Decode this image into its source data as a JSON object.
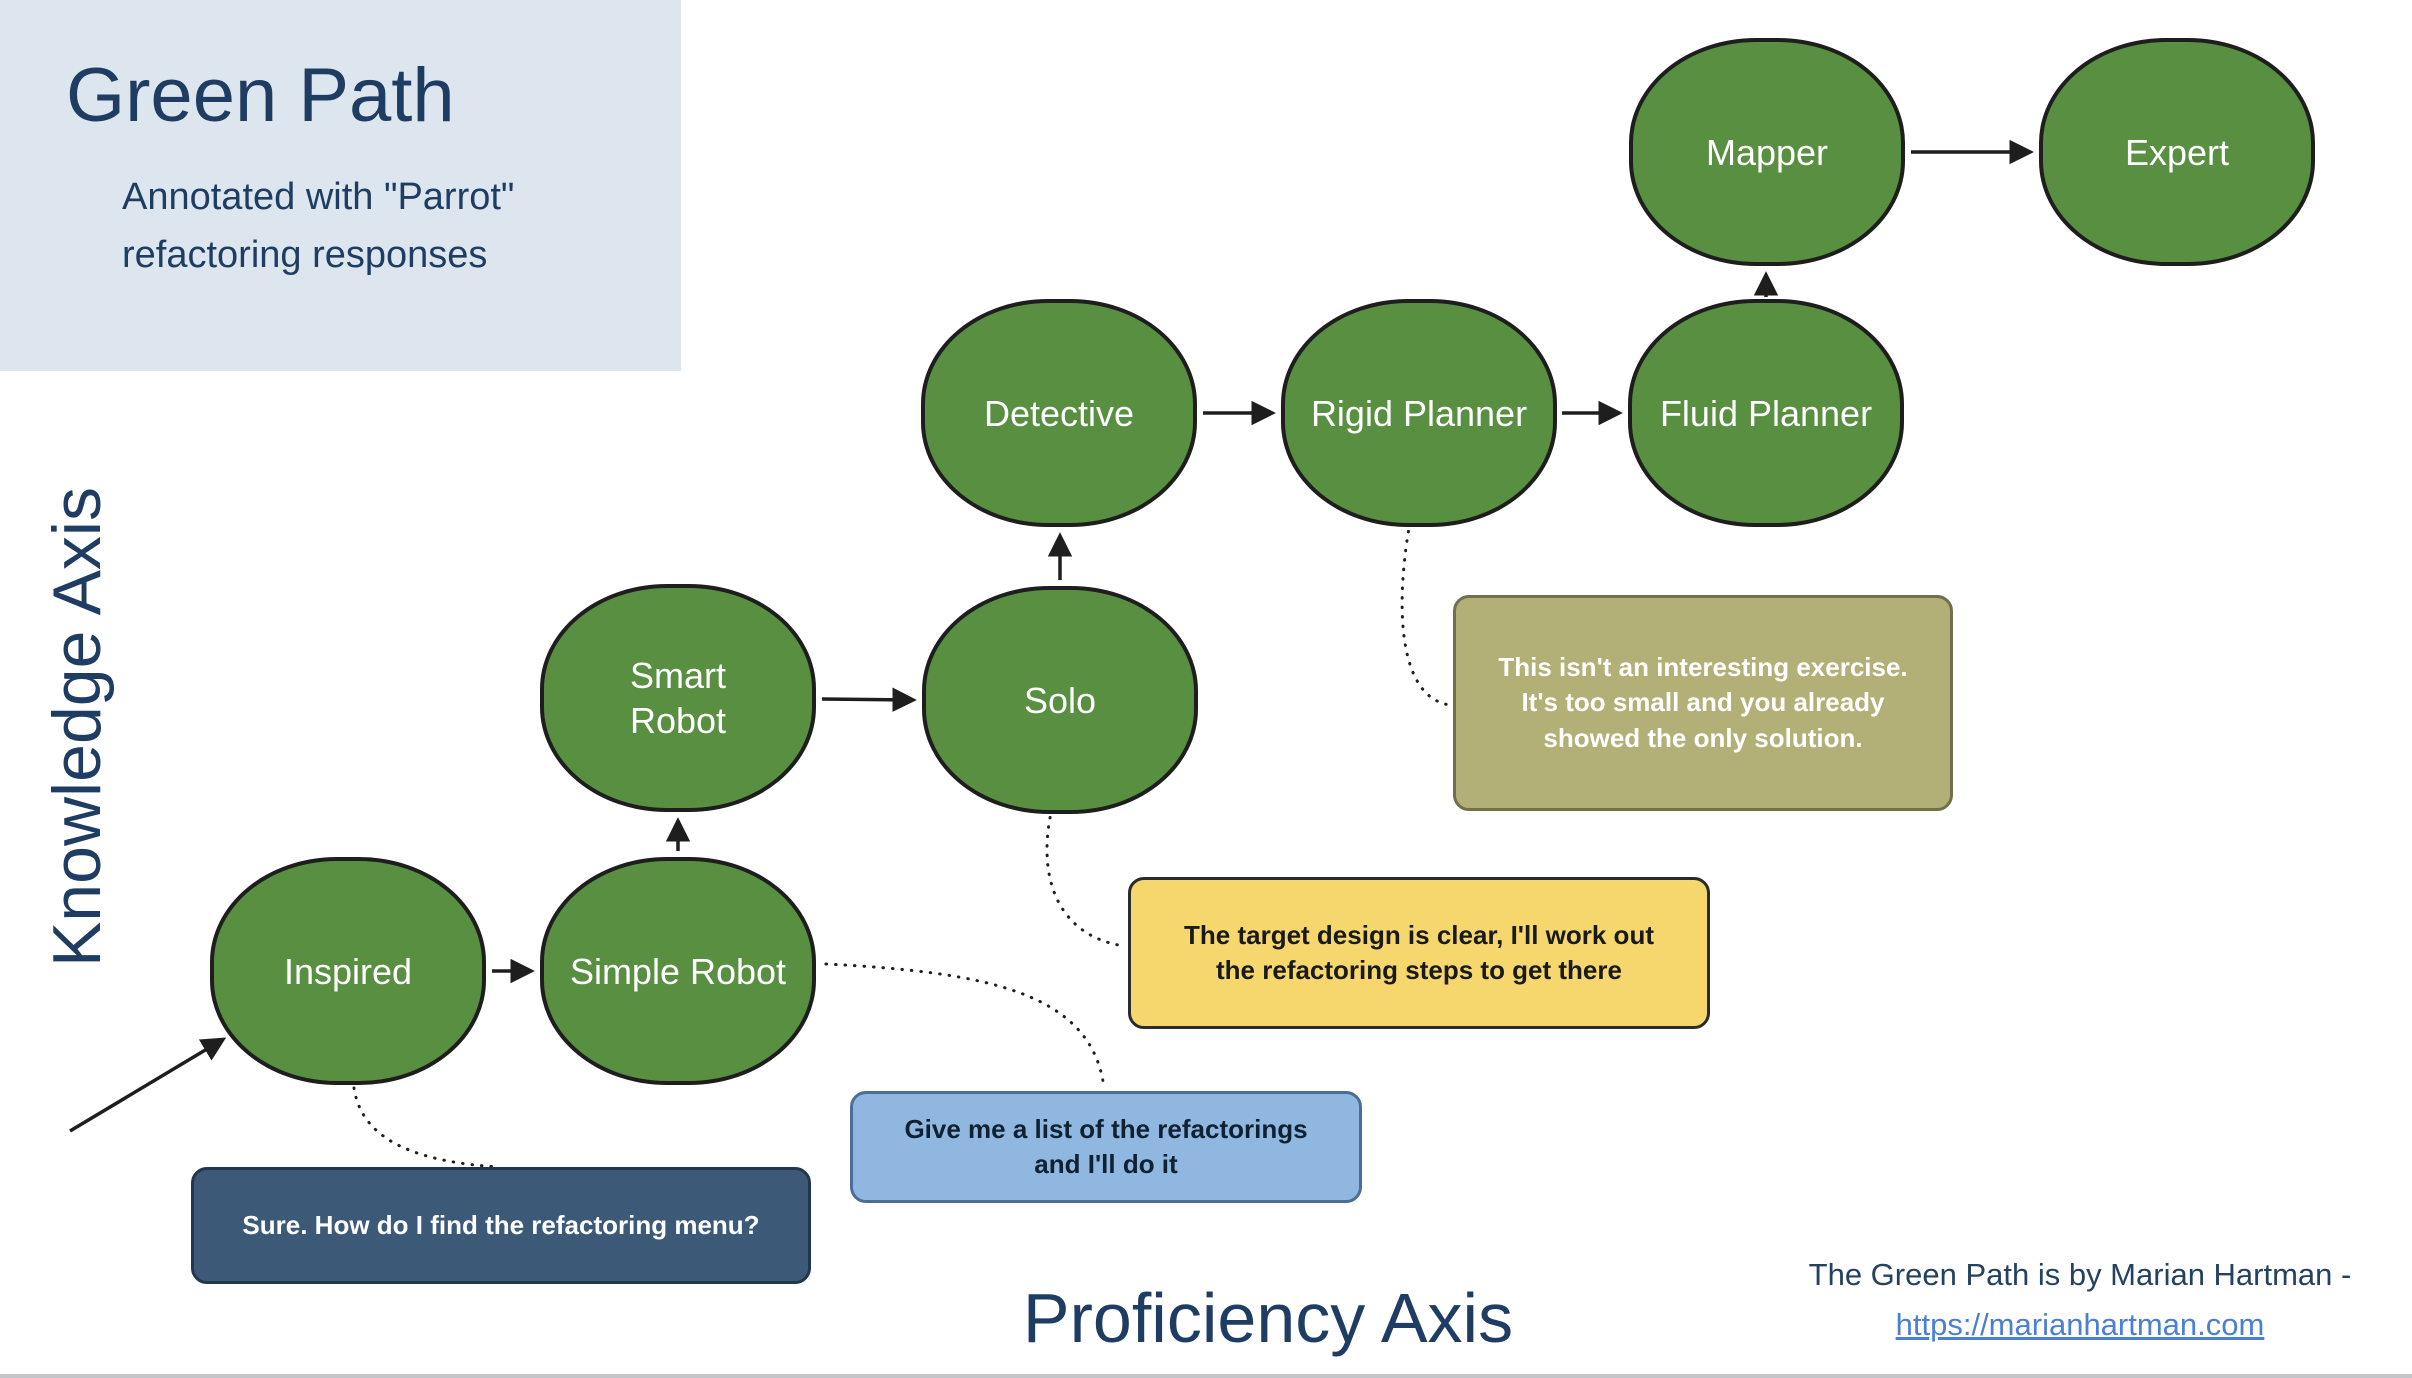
{
  "header": {
    "title": "Green Path",
    "subtitle": "Annotated with \"Parrot\"\nrefactoring responses"
  },
  "axes": {
    "y_label": "Knowledge Axis",
    "x_label": "Proficiency Axis"
  },
  "nodes": [
    {
      "id": "inspired",
      "label": "Inspired"
    },
    {
      "id": "simple-robot",
      "label": "Simple Robot"
    },
    {
      "id": "smart-robot",
      "label": "Smart\nRobot"
    },
    {
      "id": "solo",
      "label": "Solo"
    },
    {
      "id": "detective",
      "label": "Detective"
    },
    {
      "id": "rigid-planner",
      "label": "Rigid Planner"
    },
    {
      "id": "fluid-planner",
      "label": "Fluid Planner"
    },
    {
      "id": "mapper",
      "label": "Mapper"
    },
    {
      "id": "expert",
      "label": "Expert"
    }
  ],
  "callouts": [
    {
      "id": "inspired-response",
      "text": "Sure. How do I find the refactoring menu?",
      "bg": "#3c5a78",
      "text_color": "#ffffff"
    },
    {
      "id": "simple-robot-response",
      "text": "Give me a list of the refactorings\nand I'll do it",
      "bg": "#8fb7e0",
      "text_color": "#0f2133"
    },
    {
      "id": "solo-response",
      "text": "The target design is clear, I'll work out\nthe refactoring steps to get there",
      "bg": "#f6d76e",
      "text_color": "#1a1a1a"
    },
    {
      "id": "rigid-planner-response",
      "text": "This isn't an interesting exercise.\nIt's too small and you already\nshowed the only solution.",
      "bg": "#b2b077",
      "text_color": "#ffffff"
    }
  ],
  "footer": {
    "byline": "The Green Path is by Marian Hartman -",
    "link": "https://marianhartman.com"
  },
  "colors": {
    "node_fill": "#588f41",
    "node_border": "#1e1e1e",
    "title_panel_bg": "#dde6ee",
    "heading_text": "#1f3d63",
    "link": "#4a7fd4"
  }
}
